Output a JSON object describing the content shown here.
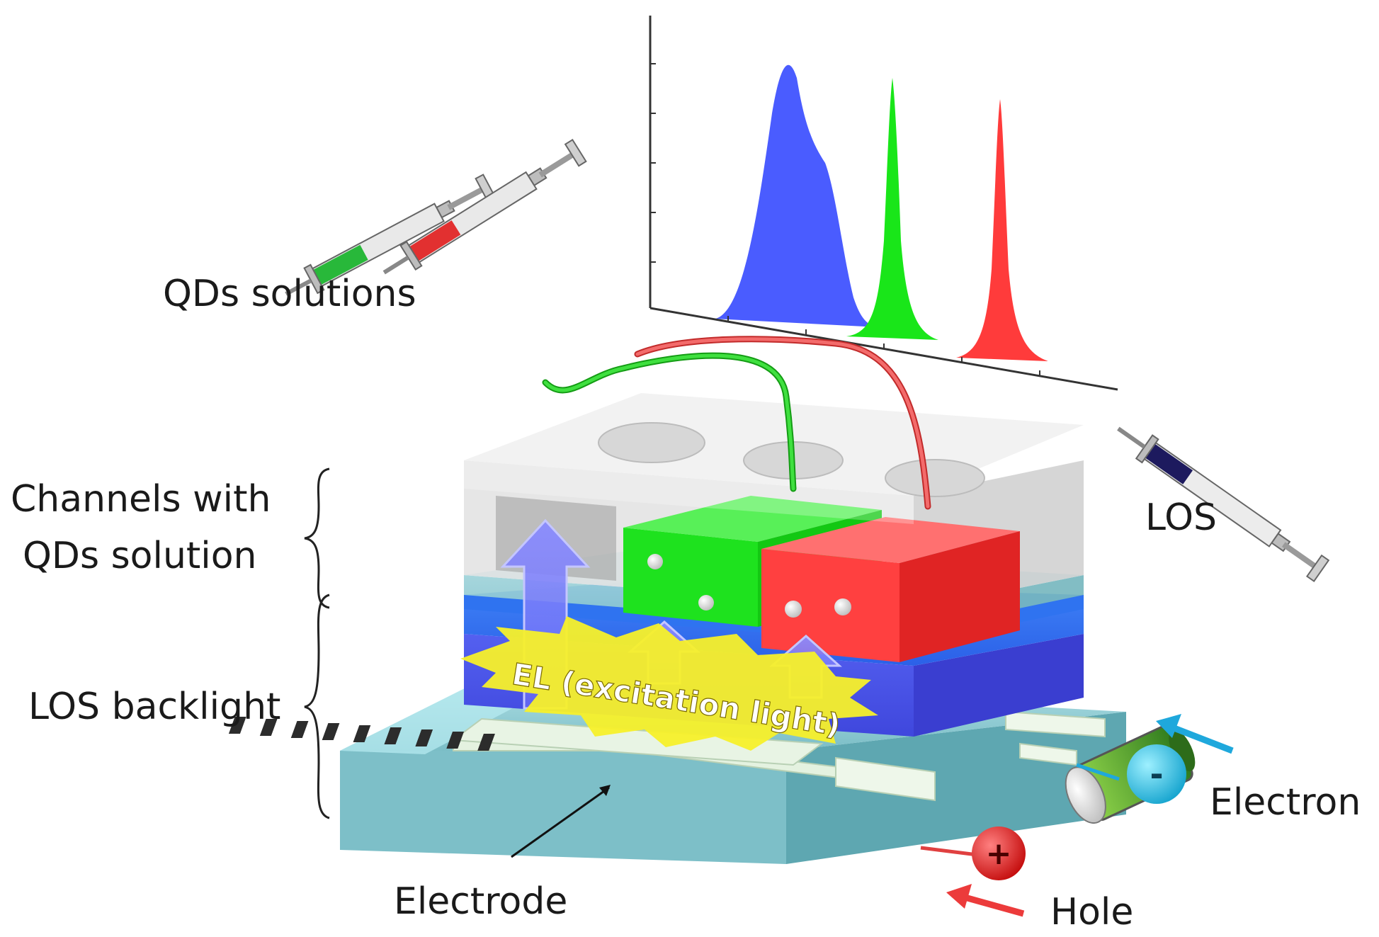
{
  "labels": {
    "qds_solutions": "QDs solutions",
    "channels_line1": "Channels with",
    "channels_line2": "QDs solution",
    "los_backlight": "LOS backlight",
    "los": "LOS",
    "electron": "Electron",
    "hole": "Hole",
    "electrode": "Electrode",
    "el_excitation": "EL (excitation light)"
  },
  "symbols": {
    "plus": "+",
    "minus": "-"
  },
  "colors": {
    "blue_emission": "#4a5cff",
    "green_emission": "#19e619",
    "red_emission": "#ff3b3b",
    "glass": "#d9d9d9",
    "substrate": "#7fc7cf",
    "los_layer_top": "#2f6df2",
    "los_layer_bottom": "#4b55e8",
    "el_burst": "#f7f02a",
    "electron_arrow": "#1fa8dc",
    "hole_arrow": "#ec3b3b"
  },
  "icons": [
    "syringe-icon",
    "battery-icon",
    "electron-icon",
    "hole-icon",
    "up-arrow-icon",
    "curly-brace-icon"
  ]
}
